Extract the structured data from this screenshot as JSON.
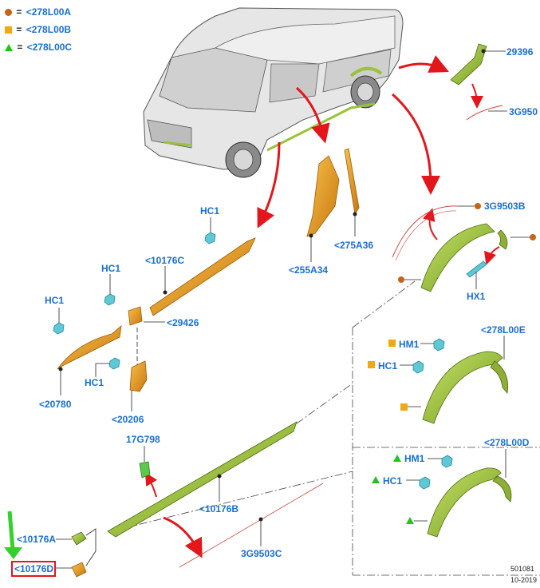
{
  "legend": [
    {
      "shape": "circle",
      "color": "#c1661b",
      "eq": "=",
      "code": "<278L00A"
    },
    {
      "shape": "square",
      "color": "#f1a811",
      "eq": "=",
      "code": "<278L00B"
    },
    {
      "shape": "triangle",
      "color": "#22c31f",
      "eq": "=",
      "code": "<278L00C"
    }
  ],
  "labels": {
    "p29396": "29396",
    "p3g950": "3G950",
    "p3g9503b": "3G9503B",
    "p275a36": "<275A36",
    "p255a34": "<255A34",
    "phx1": "HX1",
    "phc1_top": "HC1",
    "p10176c": "<10176C",
    "phc1_a": "HC1",
    "phc1_b": "HC1",
    "p29426": "<29426",
    "phc1_c": "HC1",
    "p20780": "<20780",
    "p20206": "<20206",
    "phm1_b": "HM1",
    "phc1_sq": "HC1",
    "p278l00e": "<278L00E",
    "phm1_c": "HM1",
    "phc1_tri": "HC1",
    "p278l00d": "<278L00D",
    "p17g798": "17G798",
    "p10176b": "<10176B",
    "p3g9503c": "3G9503C",
    "p10176a": "<10176A",
    "p10176d": "<10176D"
  },
  "reference": {
    "number": "501081",
    "date": "10-2019"
  },
  "colors": {
    "label_blue": "#1a6fcf",
    "arrow_red": "#e2161b",
    "part_orange": "#e89a1f",
    "part_green": "#9ac23a",
    "clip_cyan": "#5fc8d6",
    "highlight_green": "#33d12b"
  }
}
